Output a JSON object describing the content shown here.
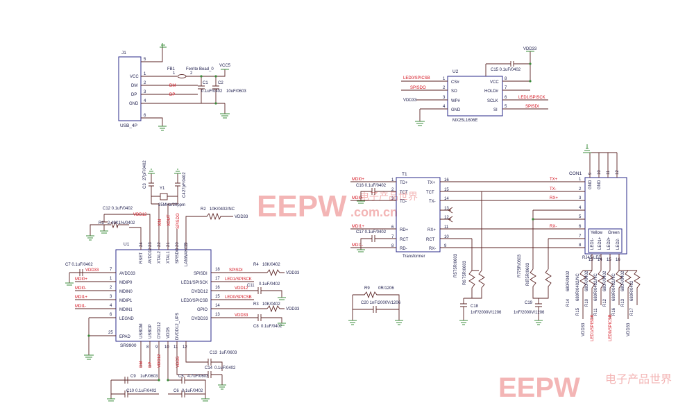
{
  "usb": {
    "ref": "J1",
    "name": "USB_4P",
    "pins": [
      "VCC",
      "DM",
      "DP",
      "GND"
    ],
    "pin_nums": [
      "5",
      "1",
      "2",
      "3",
      "4",
      "6"
    ],
    "fb_ref": "FB1",
    "fb_val": "Ferrite Bead_0",
    "fb_p1": "1",
    "fb_p2": "2",
    "vcc5": "VCC5",
    "c1": "C1",
    "c1_val": "0.1uF/0402",
    "c2": "C2",
    "c2_val": "10uF/0603",
    "dm": "DM",
    "dp": "DP"
  },
  "flash": {
    "ref": "U2",
    "name": "MX25L1606E",
    "left_pins": [
      "CS#",
      "SO",
      "WP#",
      "GND"
    ],
    "right_pins": [
      "VCC",
      "HOLD#",
      "SCLK",
      "SI"
    ],
    "left_nums": [
      "1",
      "2",
      "3",
      "4"
    ],
    "right_nums": [
      "8",
      "7",
      "6",
      "5"
    ],
    "nets": [
      "LED0/SPICSB",
      "SPISDO",
      "VDD33"
    ],
    "right_nets": [
      "LED1/SPISCK",
      "SPISDI"
    ],
    "vdd": "VDD33",
    "cap": "C15 0.1uF/0402"
  },
  "phy": {
    "ref": "U1",
    "name": "SR9900",
    "left_pins": [
      "AVDD33",
      "MDIP0",
      "MDIN0",
      "MDIP1",
      "MDIN1",
      "LEGND",
      "EPAD"
    ],
    "left_nums": [
      "7",
      "1",
      "2",
      "3",
      "4",
      "6",
      "25"
    ],
    "right_pins": [
      "SPISDI",
      "LED1/SPISCK",
      "DVDD12",
      "LED0/SPICSB",
      "GPIO",
      "DVDD33"
    ],
    "right_nums": [
      "18",
      "17",
      "16",
      "15",
      "14",
      "13"
    ],
    "top_pins": [
      "RSET",
      "AVDD12",
      "XTAL2",
      "XTAL1",
      "SPISDO",
      "LANWAKEB"
    ],
    "top_nums": [
      "24",
      "23",
      "22",
      "21",
      "20",
      "19"
    ],
    "bot_pins": [
      "USBDM",
      "USBDP",
      "DVDD12",
      "VDD5",
      "DVDD12_UPS"
    ],
    "bot_nums": [
      "8",
      "9",
      "10",
      "11",
      "12"
    ],
    "left_nets": [
      "VDD33",
      "MDI0+",
      "MDI0-",
      "MDI1+",
      "MDI1-"
    ],
    "top_nets": [
      "VDD12",
      "XIN",
      "XOUT",
      "SPISDO"
    ],
    "right_nets": [
      "SPISDI",
      "LED1/SPISCK",
      "VDD12",
      "LED0/SPICSB",
      "VDD33"
    ],
    "bot_nets": [
      "DM",
      "DP",
      "VDD12",
      "VDD5"
    ],
    "c3": "C3",
    "c3_val": "27pF/0402",
    "c4": "C4",
    "c4_val": "27pF/0402",
    "y1": "Y1",
    "y1_val": "25MHz/20ppm",
    "c12": "C12 0.1uF/0402",
    "r1": "R1",
    "r1_val": "2.49K1%/0402",
    "c7": "C7 0.1uF/0402",
    "r2": "R2",
    "r2_val": "10K/0402/NC",
    "r2_net": "VDD33",
    "r4": "R4",
    "r4_val": "10K/0402",
    "r4_net": "VDD33",
    "c11": "C11",
    "c11_val": "0.1uF/0402",
    "r3": "R3",
    "r3_val": "10K/0402",
    "r3_net": "VDD33",
    "c8": "C8",
    "c8_val": "0.1uF/0402",
    "c13": "C13",
    "c13_val": "1uF/0603",
    "c14": "C14",
    "c14_val": "0.1uF/0402",
    "c9": "C9",
    "c9_val": "1uF/0603",
    "c10": "C10",
    "c10_val": "0.1uF/0402",
    "c5": "C5",
    "c5_val": "4.7uF/0603",
    "c6": "C6",
    "c6_val": "0.1uF/0402"
  },
  "xfmr": {
    "ref": "T1",
    "name": "Transformer",
    "left_pins": [
      "TD+",
      "TCT",
      "TD-",
      "RD+",
      "RCT",
      "RD-"
    ],
    "left_nums": [
      "1",
      "2",
      "3",
      "6",
      "7",
      "8"
    ],
    "right_pins": [
      "TX+",
      "TCT",
      "TX-",
      "RX+",
      "RCT",
      "RX-"
    ],
    "right_nums": [
      "16",
      "15",
      "14",
      "13",
      "12",
      "11",
      "10",
      "9"
    ],
    "nets": [
      "MDI0+",
      "MDI0-",
      "MDI1+",
      "MDI1-"
    ],
    "c16": "C16 0.1uF/0402",
    "c17": "C17 0.1uF/0402",
    "r5": "R5",
    "r5_val": "75R/0603",
    "r6": "R6",
    "r6_val": "75R/0603",
    "c18": "C18",
    "c18_val": "1nF/2000V/1206",
    "r9": "R9",
    "r9_val": "0R/1206",
    "c20": "C20 1nF/2000V/1206"
  },
  "rj45": {
    "ref": "CON1",
    "name": "RJ45-LED",
    "pins": [
      "1",
      "2",
      "3",
      "4",
      "5",
      "6",
      "7",
      "8"
    ],
    "top_nums": [
      "9",
      "10",
      "11",
      "12"
    ],
    "top_labels": [
      "GND",
      "GND"
    ],
    "nets": [
      "TX+",
      "TX-",
      "RX+",
      "RX-"
    ],
    "led_labels": [
      "Yellow",
      "Green",
      "LED1-",
      "LED1+",
      "LED2+",
      "LED2-"
    ],
    "bot_nums": [
      "13",
      "14",
      "15",
      "16"
    ],
    "r7": "R7",
    "r7_val": "75R/0603",
    "r8": "R8",
    "r8_val": "75R/0603",
    "c19": "C19",
    "c19_val": "1nF/2000V/1206",
    "r10": "R10",
    "r11": "R11",
    "r12": "R12",
    "r13": "R13",
    "r14": "R14",
    "r15": "R15",
    "r16": "R16",
    "r17": "R17",
    "r_val": "680R/0402",
    "r_val_nc": "680R/0402/NC",
    "bottom_nets": [
      "VDD33",
      "LED1/SPISCK",
      "LED0/SPICSB",
      "VDD33"
    ]
  },
  "watermark": {
    "brand": "EEPW",
    "domain": ".com.cn",
    "cn": "电子产品世界"
  },
  "colors": {
    "wire": "#5a2222",
    "box": "#2a2a8a",
    "net_red": "#d4101c",
    "power_green": "#3b8c3b",
    "watermark": "#f1a9a9"
  }
}
